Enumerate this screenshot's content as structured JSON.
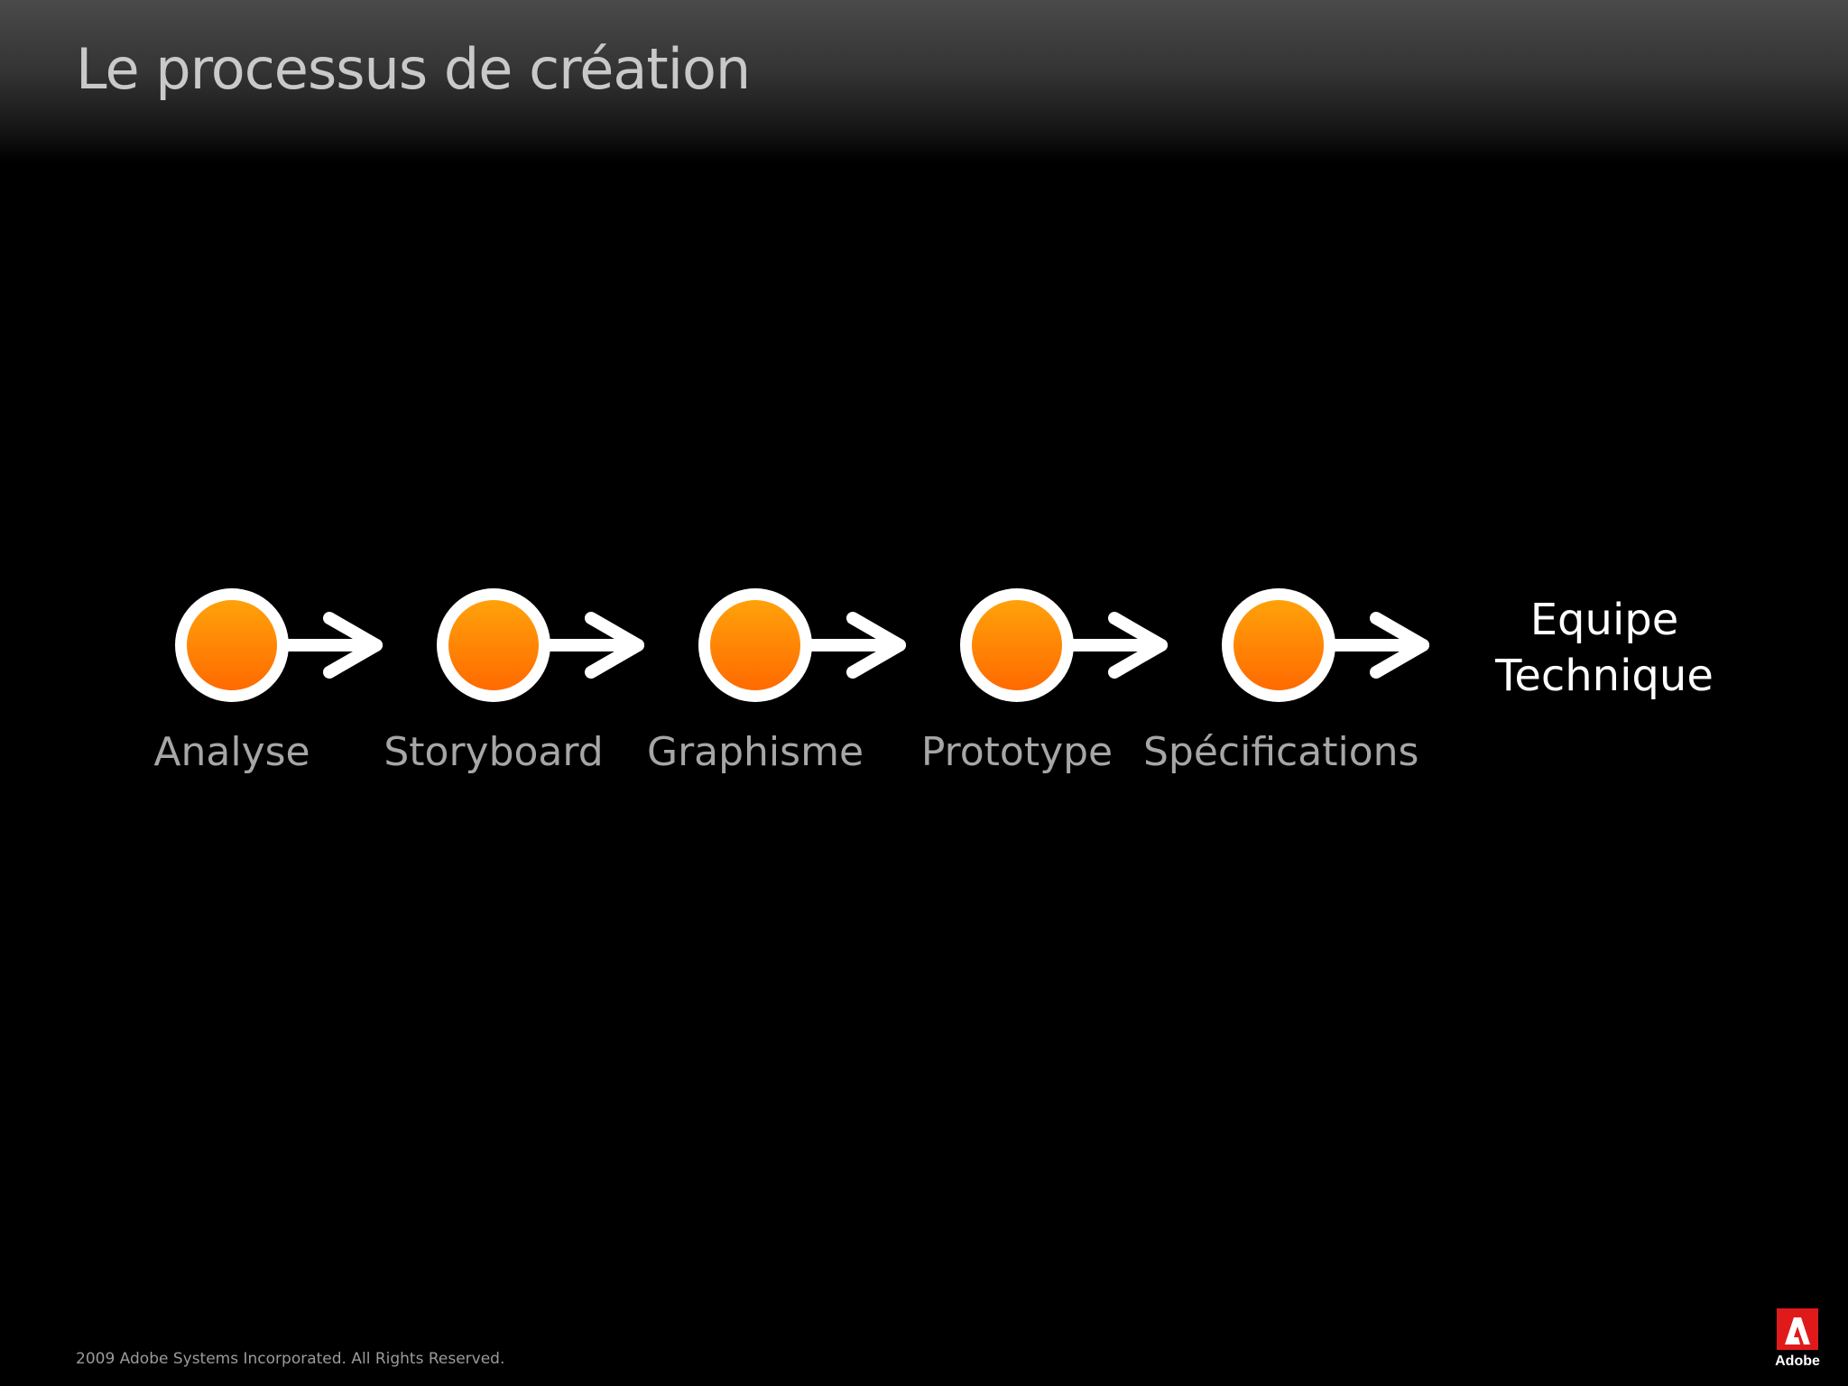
{
  "slide": {
    "title": "Le processus de création",
    "footer": "2009 Adobe Systems Incorporated.  All Rights Reserved.",
    "logo_text": "Adobe"
  },
  "flow": {
    "steps": [
      {
        "label": "Analyse"
      },
      {
        "label": "Storyboard"
      },
      {
        "label": "Graphisme"
      },
      {
        "label": "Prototype"
      },
      {
        "label": "Spécifications"
      }
    ],
    "destination": {
      "line1": "Equipe",
      "line2": "Technique"
    }
  },
  "colors": {
    "node_top": "#ffa20a",
    "node_bottom": "#ff6a00",
    "ring": "#ffffff",
    "arrow": "#ffffff",
    "label": "#a6a6a6",
    "logo_red": "#e01a1a"
  },
  "icons": {
    "node": "orange-circle-node-icon",
    "arrow": "right-arrow-icon",
    "logo": "adobe-logo-icon"
  }
}
